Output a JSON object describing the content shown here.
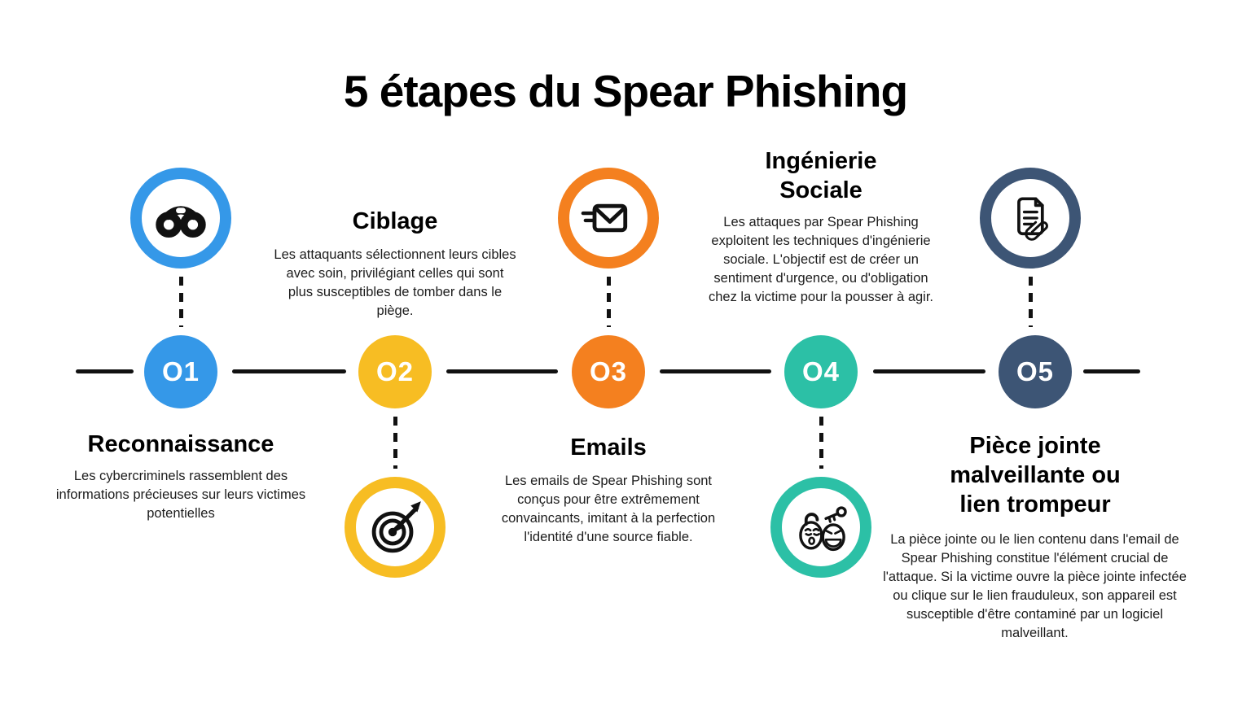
{
  "title": "5 étapes du Spear Phishing",
  "timeline": {
    "line_color": "#111111"
  },
  "steps": [
    {
      "number": "O1",
      "label": "Reconnaissance",
      "color": "#3598e8",
      "icon": "binoculars-icon",
      "icon_position": "top",
      "description": "Les cybercriminels rassemblent des informations précieuses sur leurs victimes potentielles"
    },
    {
      "number": "O2",
      "label": "Ciblage",
      "color": "#f7bd23",
      "icon": "target-dart-icon",
      "icon_position": "bottom",
      "description": "Les attaquants sélectionnent leurs cibles avec soin, privilégiant celles qui sont plus susceptibles de tomber dans le piège."
    },
    {
      "number": "O3",
      "label": "Emails",
      "color": "#f4801f",
      "icon": "email-send-icon",
      "icon_position": "top",
      "description": "Les emails de Spear Phishing sont conçus pour être extrêmement convaincants, imitant à la perfection l'identité d'une source fiable."
    },
    {
      "number": "O4",
      "label": "Ingénierie Sociale",
      "color": "#2cc0a6",
      "icon": "social-engineering-faces-icon",
      "icon_position": "bottom",
      "description": "Les attaques par Spear Phishing exploitent les techniques d'ingénierie sociale. L'objectif est de créer un sentiment d'urgence, ou d'obligation chez la victime pour la pousser à agir."
    },
    {
      "number": "O5",
      "label": "Pièce jointe malveillante ou lien trompeur",
      "color": "#3d5575",
      "icon": "document-paperclip-icon",
      "icon_position": "top",
      "description": "La pièce jointe ou le lien contenu dans l'email de Spear Phishing constitue l'élément crucial de l'attaque. Si la victime ouvre la pièce jointe infectée ou clique sur le lien frauduleux, son appareil est susceptible d'être contaminé par un logiciel malveillant."
    }
  ]
}
